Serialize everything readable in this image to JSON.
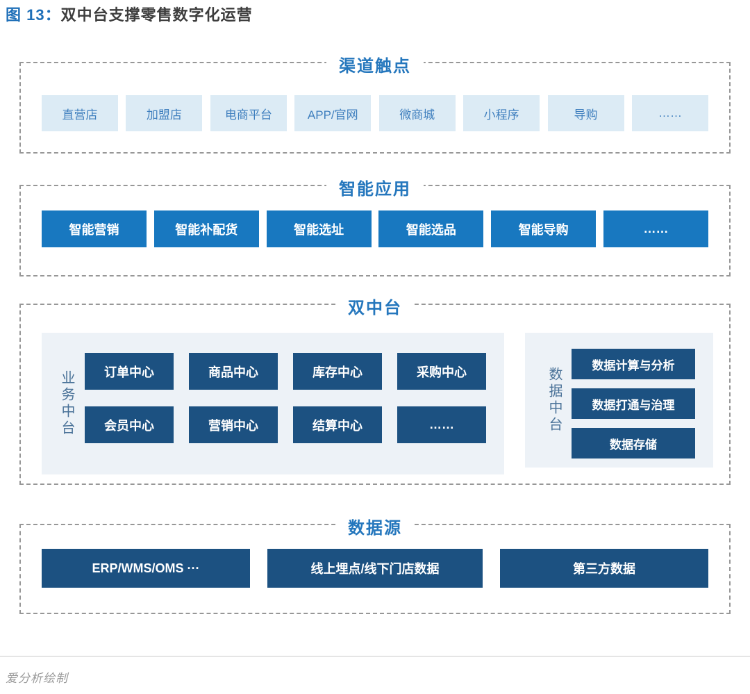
{
  "page": {
    "figure_label": "图 13：",
    "title": "双中台支撑零售数字化运营",
    "footer": "爱分析绘制"
  },
  "colors": {
    "accent_blue": "#2577bd",
    "title_label_blue": "#1e6fb8",
    "light_box_bg": "#dcebf5",
    "light_box_text": "#3f7fbe",
    "mid_box_bg": "#1878c0",
    "navy_box_bg": "#1c5181",
    "panel_bg": "#edf2f7",
    "dashed_border": "#979797"
  },
  "sections": [
    {
      "id": "channel-touchpoints",
      "title": "渠道触点",
      "items": [
        "直营店",
        "加盟店",
        "电商平台",
        "APP/官网",
        "微商城",
        "小程序",
        "导购",
        "……"
      ]
    },
    {
      "id": "intelligent-apps",
      "title": "智能应用",
      "items": [
        "智能营销",
        "智能补配货",
        "智能选址",
        "智能选品",
        "智能导购",
        "……"
      ]
    },
    {
      "id": "dual-middle-platform",
      "title": "双中台",
      "panels": [
        {
          "label": "业务中台",
          "items": [
            "订单中心",
            "商品中心",
            "库存中心",
            "采购中心",
            "会员中心",
            "营销中心",
            "结算中心",
            "……"
          ]
        },
        {
          "label": "数据中台",
          "items": [
            "数据计算与分析",
            "数据打通与治理",
            "数据存储"
          ]
        }
      ]
    },
    {
      "id": "data-sources",
      "title": "数据源",
      "items": [
        "ERP/WMS/OMS ···",
        "线上埋点/线下门店数据",
        "第三方数据"
      ]
    }
  ]
}
